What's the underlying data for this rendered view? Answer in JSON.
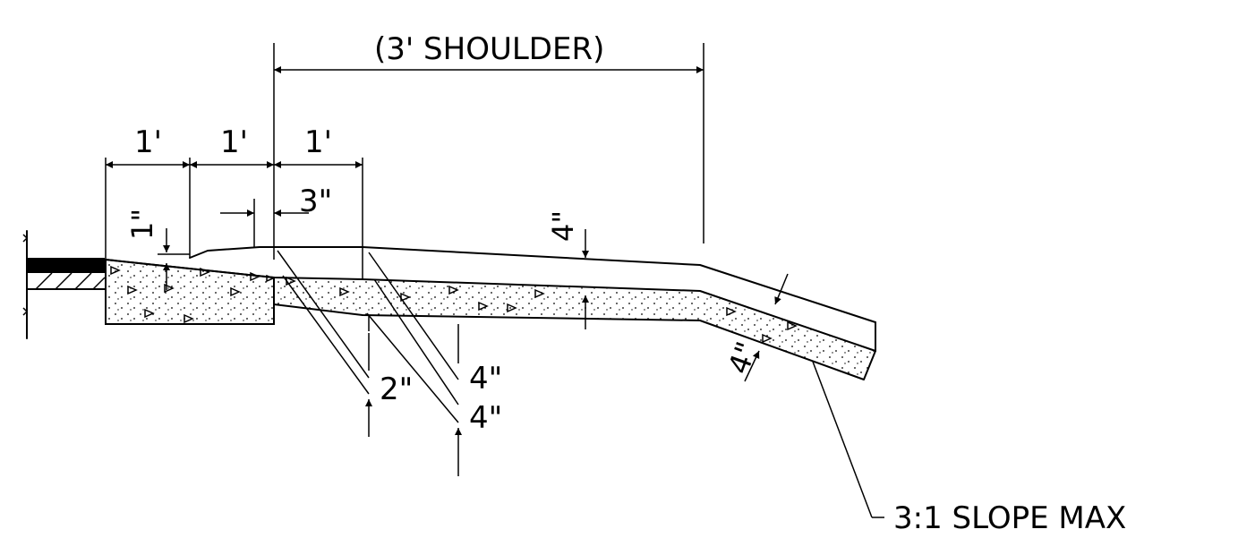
{
  "labels": {
    "shoulder": "(3' SHOULDER)",
    "dim_1ft_a": "1'",
    "dim_1ft_b": "1'",
    "dim_1ft_c": "1'",
    "dim_3in": "3\"",
    "dim_1in": "1\"",
    "dim_4in_top": "4\"",
    "dim_2in": "2\"",
    "dim_4in_a": "4\"",
    "dim_4in_b": "4\"",
    "dim_4in_slope": "4\"",
    "slope_note": "3:1 SLOPE MAX"
  },
  "colors": {
    "line": "#000000",
    "background": "#ffffff"
  }
}
